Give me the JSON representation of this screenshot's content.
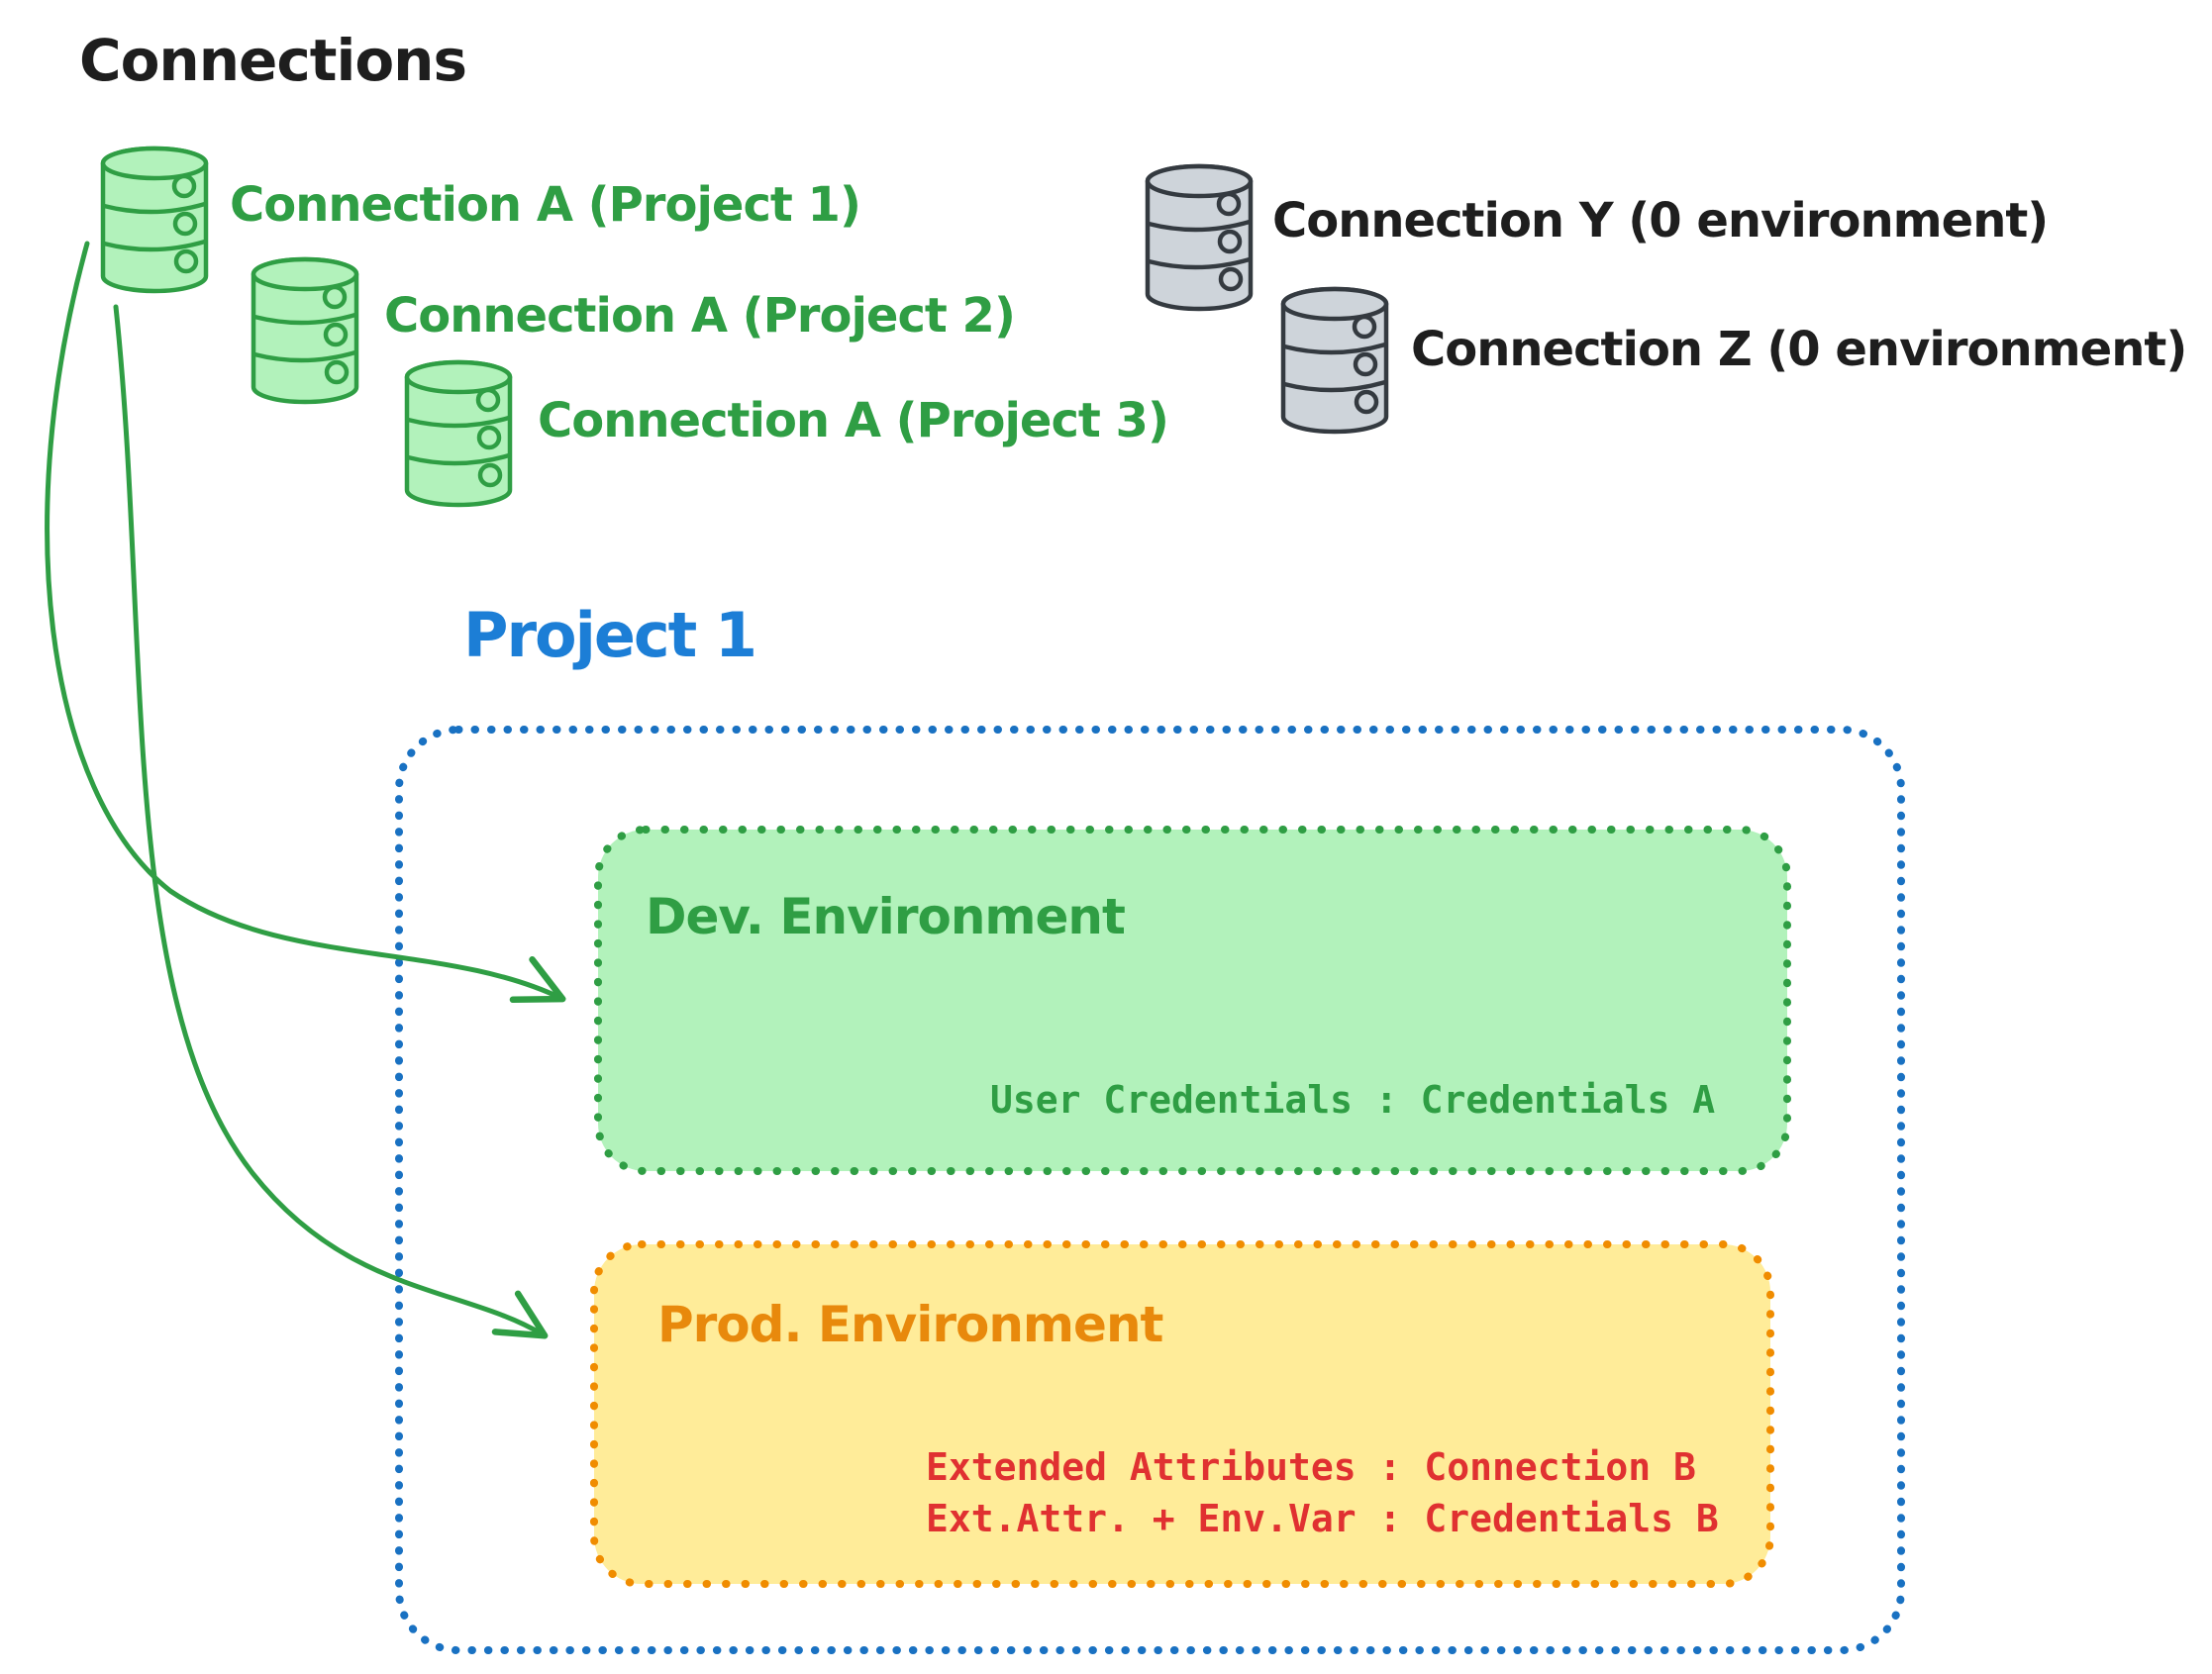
{
  "diagram_title": "Connections",
  "project_connections": [
    {
      "label": "Connection A (Project 1)",
      "icon": "database-icon",
      "color": "#2f9e44"
    },
    {
      "label": "Connection A (Project 2)",
      "icon": "database-icon",
      "color": "#2f9e44"
    },
    {
      "label": "Connection A (Project 3)",
      "icon": "database-icon",
      "color": "#2f9e44"
    }
  ],
  "unassigned_connections": [
    {
      "label": "Connection Y (0 environment)",
      "icon": "database-icon",
      "color": "#343a40"
    },
    {
      "label": "Connection Z (0 environment)",
      "icon": "database-icon",
      "color": "#343a40"
    }
  ],
  "project": {
    "title": "Project 1",
    "environments": [
      {
        "name": "Dev. Environment",
        "lines": [
          "User Credentials : Credentials A"
        ]
      },
      {
        "name": "Prod. Environment",
        "lines": [
          "Extended Attributes : Connection B",
          "Ext.Attr. + Env.Var : Credentials B"
        ]
      }
    ]
  },
  "colors": {
    "green_stroke": "#2f9e44",
    "green_fill": "#b2f2bb",
    "gray_stroke": "#343a40",
    "gray_fill": "#ced4da",
    "blue_border": "#1971c2",
    "blue_text": "#1c7ed6",
    "orange_border": "#f08c00",
    "orange_text": "#e8890c",
    "yellow_fill": "#ffec99",
    "red_text": "#e03131",
    "black_text": "#1e1e1e"
  }
}
